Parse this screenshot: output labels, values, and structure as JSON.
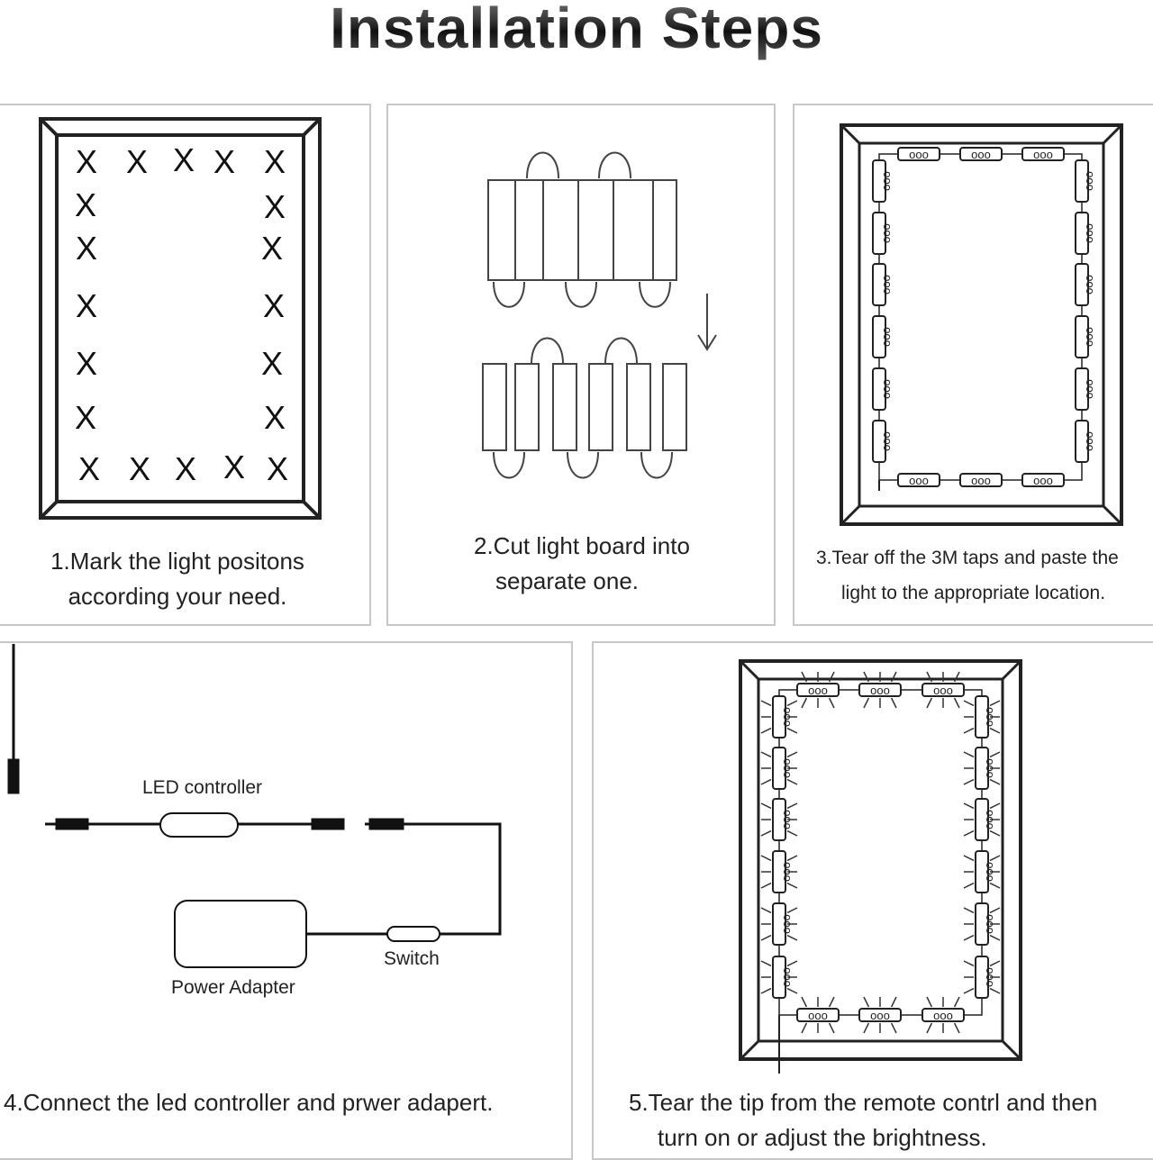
{
  "title": "Installation Steps",
  "steps": [
    {
      "line1": "1.Mark the light positons",
      "line2": "according your need."
    },
    {
      "line1": "2.Cut light board into",
      "line2": "separate one."
    },
    {
      "line1": "3.Tear off the 3M taps and paste the",
      "line2": "light to the appropriate location."
    },
    {
      "line1": "4.Connect the led controller and prwer adapert."
    },
    {
      "line1": "5.Tear the tip from the remote contrl and then",
      "line2": "turn on or adjust the brightness."
    }
  ],
  "labels": {
    "led_controller": "LED controller",
    "switch": "Switch",
    "power_adapter": "Power Adapter"
  },
  "mark_symbol": "X",
  "led_dots": "ooo"
}
